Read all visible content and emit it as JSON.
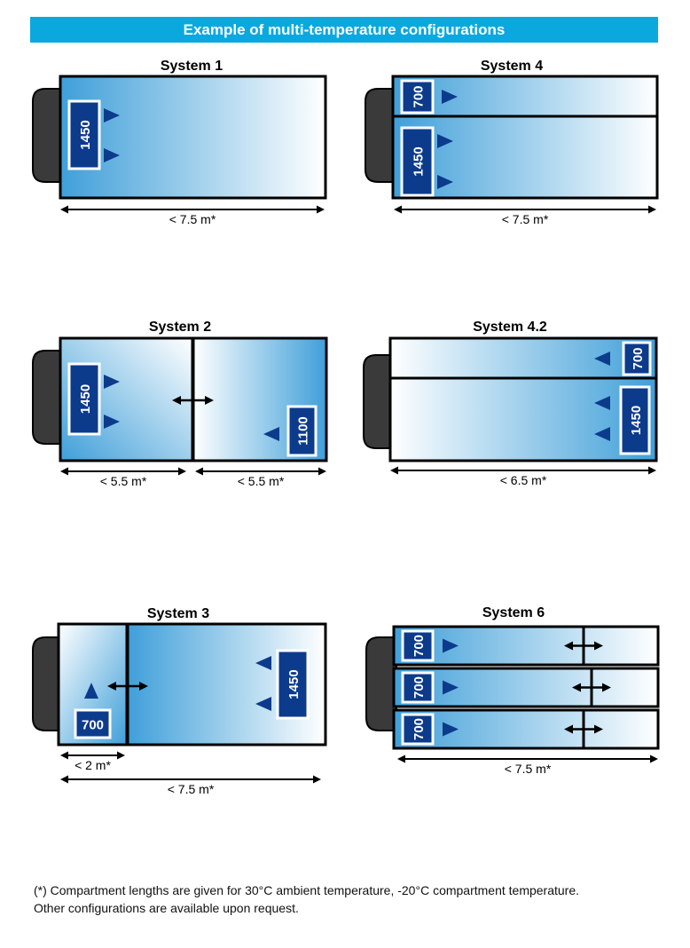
{
  "header": {
    "title": "Example of multi-temperature configurations"
  },
  "colors": {
    "banner": "#0aa8df",
    "unit_fill": "#0c3b8c",
    "gradient_dark": "#3f9fd9",
    "gradient_light": "#ffffff",
    "cab": "#3a3a3a",
    "outline": "#000000"
  },
  "systems": {
    "s1": {
      "title": "System 1",
      "units": [
        "1450"
      ],
      "dims": [
        "< 7.5 m*"
      ]
    },
    "s4": {
      "title": "System 4",
      "units": [
        "700",
        "1450"
      ],
      "dims": [
        "< 7.5 m*"
      ]
    },
    "s2": {
      "title": "System 2",
      "units": [
        "1450",
        "1100"
      ],
      "dims": [
        "< 5.5 m*",
        "< 5.5 m*"
      ]
    },
    "s42": {
      "title": "System 4.2",
      "units": [
        "700",
        "1450"
      ],
      "dims": [
        "< 6.5 m*"
      ]
    },
    "s3": {
      "title": "System 3",
      "units": [
        "700",
        "1450"
      ],
      "dims": [
        "< 2 m*",
        "< 7.5 m*"
      ]
    },
    "s6": {
      "title": "System 6",
      "units": [
        "700",
        "700",
        "700"
      ],
      "dims": [
        "< 7.5 m*"
      ]
    }
  },
  "footnote": {
    "line1": "(*) Compartment lengths are given for 30°C ambient temperature, -20°C compartment temperature.",
    "line2": "Other configurations are available upon request."
  }
}
